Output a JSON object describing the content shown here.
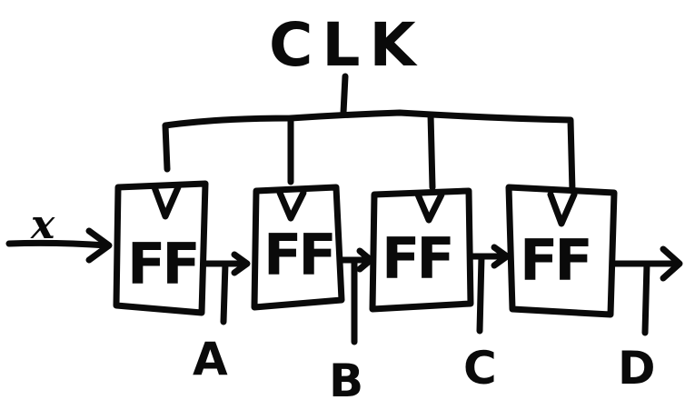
{
  "diagram": {
    "clock_label": "CLK",
    "input_label": "x",
    "flip_flops": [
      {
        "label": "FF",
        "output": "A"
      },
      {
        "label": "FF",
        "output": "B"
      },
      {
        "label": "FF",
        "output": "C"
      },
      {
        "label": "FF",
        "output": "D"
      }
    ]
  }
}
